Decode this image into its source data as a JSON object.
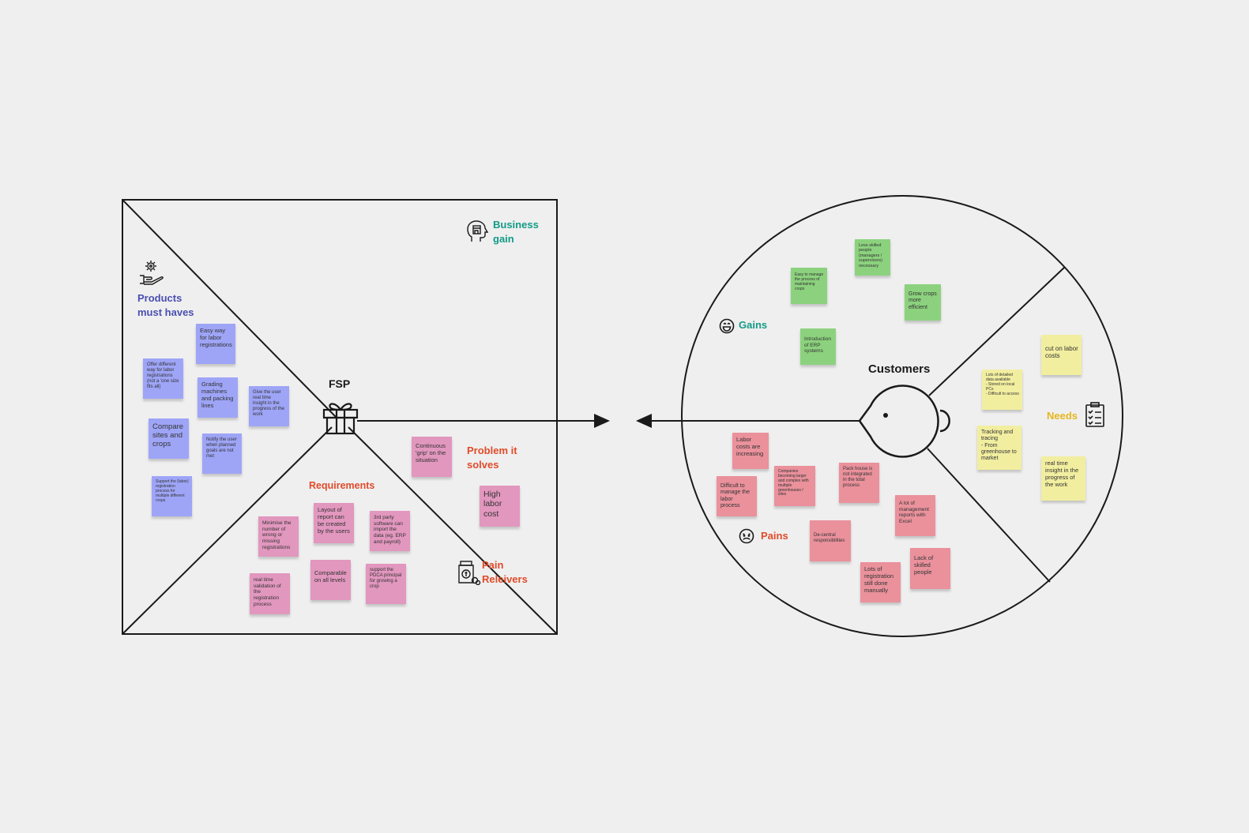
{
  "colors": {
    "background": "#efefef",
    "line": "#1a1a1a",
    "products": "#4b4fb0",
    "business_gain": "#129b86",
    "problem": "#e04b2a",
    "gains": "#129b86",
    "pains": "#e04b2a",
    "needs": "#e6b71e",
    "note_blue": "#9ea5f7",
    "note_pink": "#e297be",
    "note_red": "#ea919c",
    "note_green": "#8cd27e",
    "note_yellow": "#f2eea0"
  },
  "value_proposition": {
    "center_label": "FSP",
    "products_label_line1": "Products",
    "products_label_line2": "must haves",
    "business_gain_line1": "Business",
    "business_gain_line2": "gain",
    "requirements_label": "Requirements",
    "problem_label_line1": "Problem it",
    "problem_label_line2": "solves",
    "pain_relievers_line1": "Pain",
    "pain_relievers_line2": "Releivers"
  },
  "customer": {
    "center_label": "Customers",
    "gains_label": "Gains",
    "pains_label": "Pains",
    "needs_label": "Needs"
  },
  "notes": {
    "products": [
      "Easy way for labor registrations",
      "Offer different way for labor registrations (not a 'one size fits all)",
      "Grading machines and packing lines",
      "Give the user real time insight in the progress of the work",
      "Compare sites and crops",
      "Notify the user when planned goals are not met",
      "Support the (labor) registration process for multiple different crops"
    ],
    "requirements": [
      "Layout of report can be created by the users",
      "3rd party software can import the data (eg. ERP and payroll)",
      "Minimise the number of wrong or missing registrations",
      "Comparable on all levels",
      "support the PDCA principal for growing a crop",
      "real time validation of the registration process"
    ],
    "problems": [
      "Continuous 'grip' on the situation",
      "High labor cost"
    ],
    "gains": [
      "Less skilled people (managers / supervisors) necessary",
      "Easy to manage the process of maintaining crops",
      "Grow crops more efficient",
      "Introduction of ERP systems"
    ],
    "needs": [
      "cut on labor costs",
      "Lots of detailed data available\n- Stored on local PCs\n- Difficult to access",
      "Tracking and tracing\n- From greenhouse to market",
      "real time insight in the progress of the work"
    ],
    "pains": [
      "Labor costs are increasing",
      "Difficult to manage the labor process",
      "Companies becoming larger and complex with multiple greenhouses / sites",
      "Pack house is not integrated in the total process",
      "A lot of management reports with Excel",
      "De-central responsibilities",
      "Lots of registration still done manually",
      "Lack of skilled people"
    ]
  }
}
